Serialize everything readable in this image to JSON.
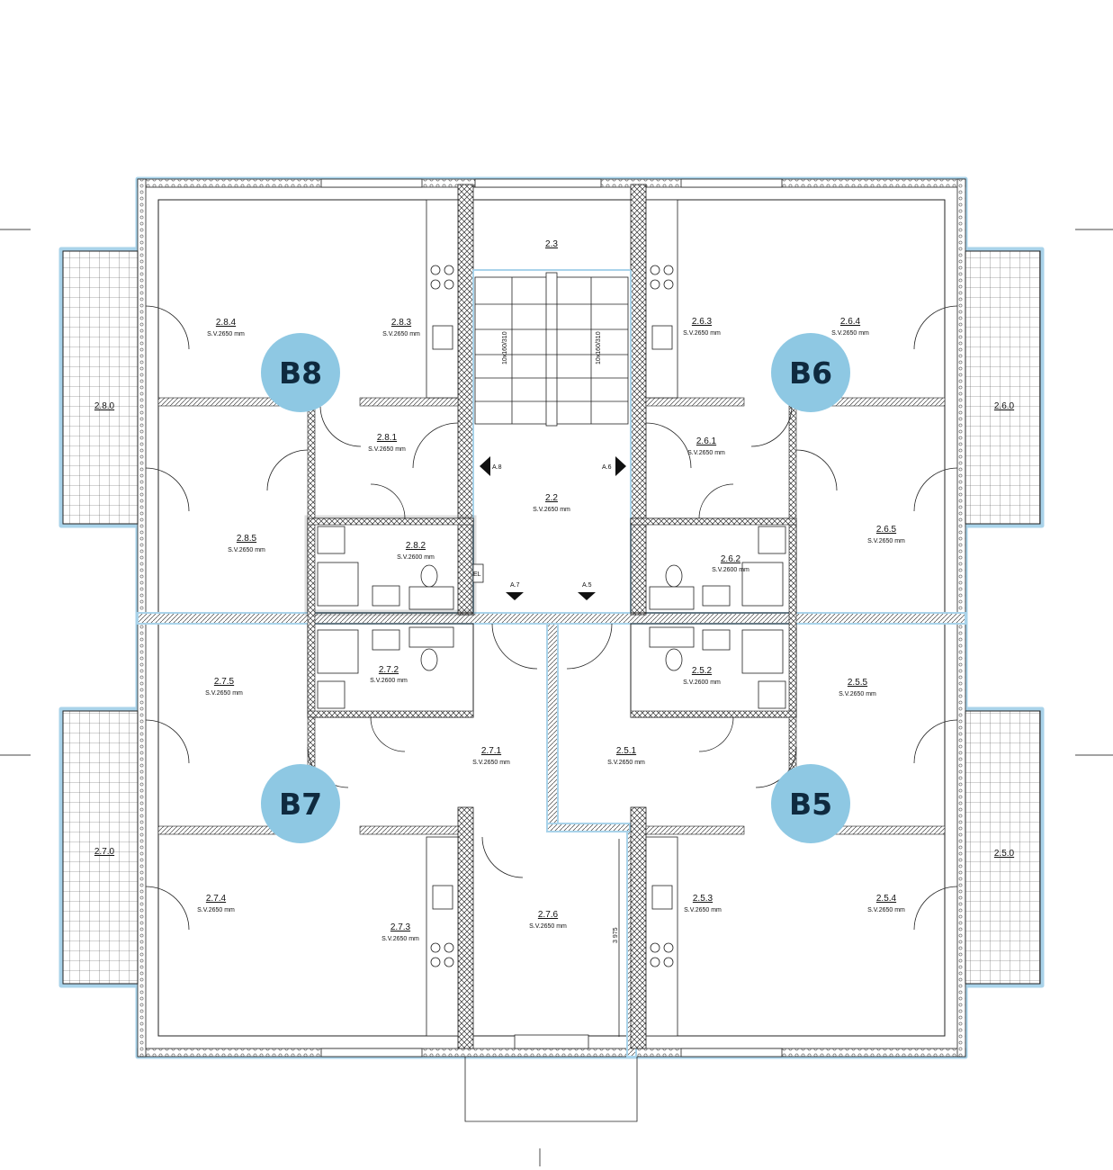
{
  "colors": {
    "badge_fill": "#8ec8e3",
    "badge_text": "#0f2a3f",
    "outline_blue": "#a9d3ea",
    "wall_line": "#1a1a1a"
  },
  "units": [
    {
      "label": "B8"
    },
    {
      "label": "B6"
    },
    {
      "label": "B7"
    },
    {
      "label": "B5"
    }
  ],
  "rooms": [
    {
      "num": "2.8.4",
      "height": "S.V.2650 mm"
    },
    {
      "num": "2.8.3",
      "height": "S.V.2650 mm"
    },
    {
      "num": "2.8.1",
      "height": "S.V.2650 mm"
    },
    {
      "num": "2.8.5",
      "height": "S.V.2650 mm"
    },
    {
      "num": "2.8.2",
      "height": "S.V.2600 mm"
    },
    {
      "num": "2.8.0",
      "height": ""
    },
    {
      "num": "2.3",
      "height": ""
    },
    {
      "num": "2.2",
      "height": "S.V.2650 mm"
    },
    {
      "num": "2.6.3",
      "height": "S.V.2650 mm"
    },
    {
      "num": "2.6.4",
      "height": "S.V.2650 mm"
    },
    {
      "num": "2.6.1",
      "height": "S.V.2650 mm"
    },
    {
      "num": "2.6.5",
      "height": "S.V.2650 mm"
    },
    {
      "num": "2.6.2",
      "height": "S.V.2600 mm"
    },
    {
      "num": "2.6.0",
      "height": ""
    },
    {
      "num": "2.7.5",
      "height": "S.V.2650 mm"
    },
    {
      "num": "2.7.2",
      "height": "S.V.2600 mm"
    },
    {
      "num": "2.7.1",
      "height": "S.V.2650 mm"
    },
    {
      "num": "2.7.4",
      "height": "S.V.2650 mm"
    },
    {
      "num": "2.7.3",
      "height": "S.V.2650 mm"
    },
    {
      "num": "2.7.6",
      "height": "S.V.2650 mm"
    },
    {
      "num": "2.7.0",
      "height": ""
    },
    {
      "num": "2.5.1",
      "height": "S.V.2650 mm"
    },
    {
      "num": "2.5.2",
      "height": "S.V.2600 mm"
    },
    {
      "num": "2.5.5",
      "height": "S.V.2650 mm"
    },
    {
      "num": "2.5.3",
      "height": "S.V.2650 mm"
    },
    {
      "num": "2.5.4",
      "height": "S.V.2650 mm"
    },
    {
      "num": "2.5.0",
      "height": ""
    }
  ],
  "markers": [
    {
      "label": "A.8"
    },
    {
      "label": "A.6"
    },
    {
      "label": "A.7"
    },
    {
      "label": "A.5"
    }
  ],
  "stairs": {
    "left_label": "10x160/310",
    "right_label": "10x160/310"
  },
  "misc": {
    "el_label": "EL",
    "dimension": "3 975"
  }
}
